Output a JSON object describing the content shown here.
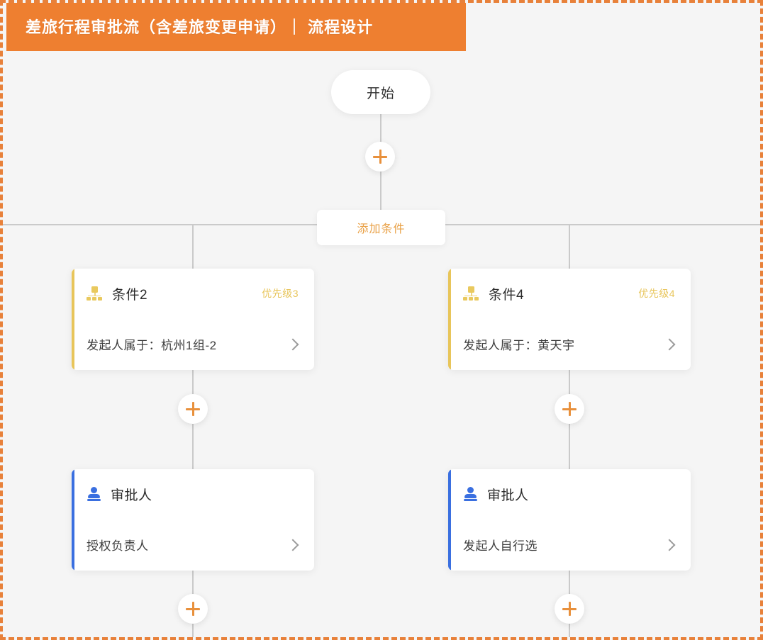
{
  "banner": {
    "title": "差旅行程审批流（含差旅变更申请）｜ 流程设计",
    "background_color": "#ee7f30",
    "text_color": "#ffffff"
  },
  "canvas": {
    "background_color": "#f5f5f5",
    "frame_border_color": "#e8813a",
    "connector_color": "#cacaca"
  },
  "flow": {
    "start_node": {
      "label": "开始",
      "type": "start"
    },
    "add_condition_node": {
      "label": "添加条件",
      "text_color": "#e9a045"
    },
    "plus_buttons": [
      {
        "name": "plus-after-start",
        "label": "+"
      },
      {
        "name": "plus-left-branch-upper",
        "label": "+"
      },
      {
        "name": "plus-right-branch-upper",
        "label": "+"
      },
      {
        "name": "plus-left-branch-lower",
        "label": "+"
      },
      {
        "name": "plus-right-branch-lower",
        "label": "+"
      }
    ],
    "plus_color": "#e8903c",
    "branches": [
      {
        "id": "left",
        "condition": {
          "icon": "condition-hierarchy-icon",
          "title": "条件2",
          "priority": "优先级3",
          "priority_color": "#e8c55a",
          "accent_color": "#e8c55a",
          "description": "发起人属于：杭州1组-2",
          "chevron": "chevron-right-icon"
        },
        "approver": {
          "icon": "person-icon",
          "title": "审批人",
          "accent_color": "#3a6fe0",
          "description": "授权负责人",
          "chevron": "chevron-right-icon"
        }
      },
      {
        "id": "right",
        "condition": {
          "icon": "condition-hierarchy-icon",
          "title": "条件4",
          "priority": "优先级4",
          "priority_color": "#e8c55a",
          "accent_color": "#e8c55a",
          "description": "发起人属于：黄天宇",
          "chevron": "chevron-right-icon"
        },
        "approver": {
          "icon": "person-icon",
          "title": "审批人",
          "accent_color": "#3a6fe0",
          "description": "发起人自行选",
          "chevron": "chevron-right-icon"
        }
      }
    ]
  }
}
